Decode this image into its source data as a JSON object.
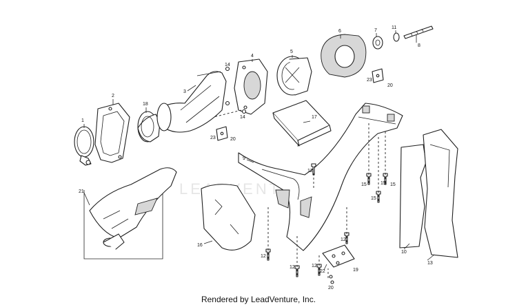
{
  "diagram": {
    "watermark": "LEADVENTURE",
    "footer": "Rendered by LeadVenture, Inc.",
    "callouts": {
      "c1": "1",
      "c2": "2",
      "c3": "3",
      "c4": "4",
      "c5": "5",
      "c6": "6",
      "c7": "7",
      "c8": "8",
      "c9": "9",
      "c11": "11",
      "c12a": "12",
      "c12b": "12",
      "c12c": "12",
      "c12d": "12",
      "c12e": "12",
      "c13": "13",
      "c14a": "14",
      "c14b": "14",
      "c15a": "15",
      "c15b": "15",
      "c15c": "15",
      "c15d": "15",
      "c16": "16",
      "c17": "17",
      "c18": "18",
      "c19": "19",
      "c20a": "20",
      "c20b": "20",
      "c20c": "20",
      "c21": "21",
      "c22": "22",
      "c23a": "23",
      "c23b": "23"
    }
  }
}
